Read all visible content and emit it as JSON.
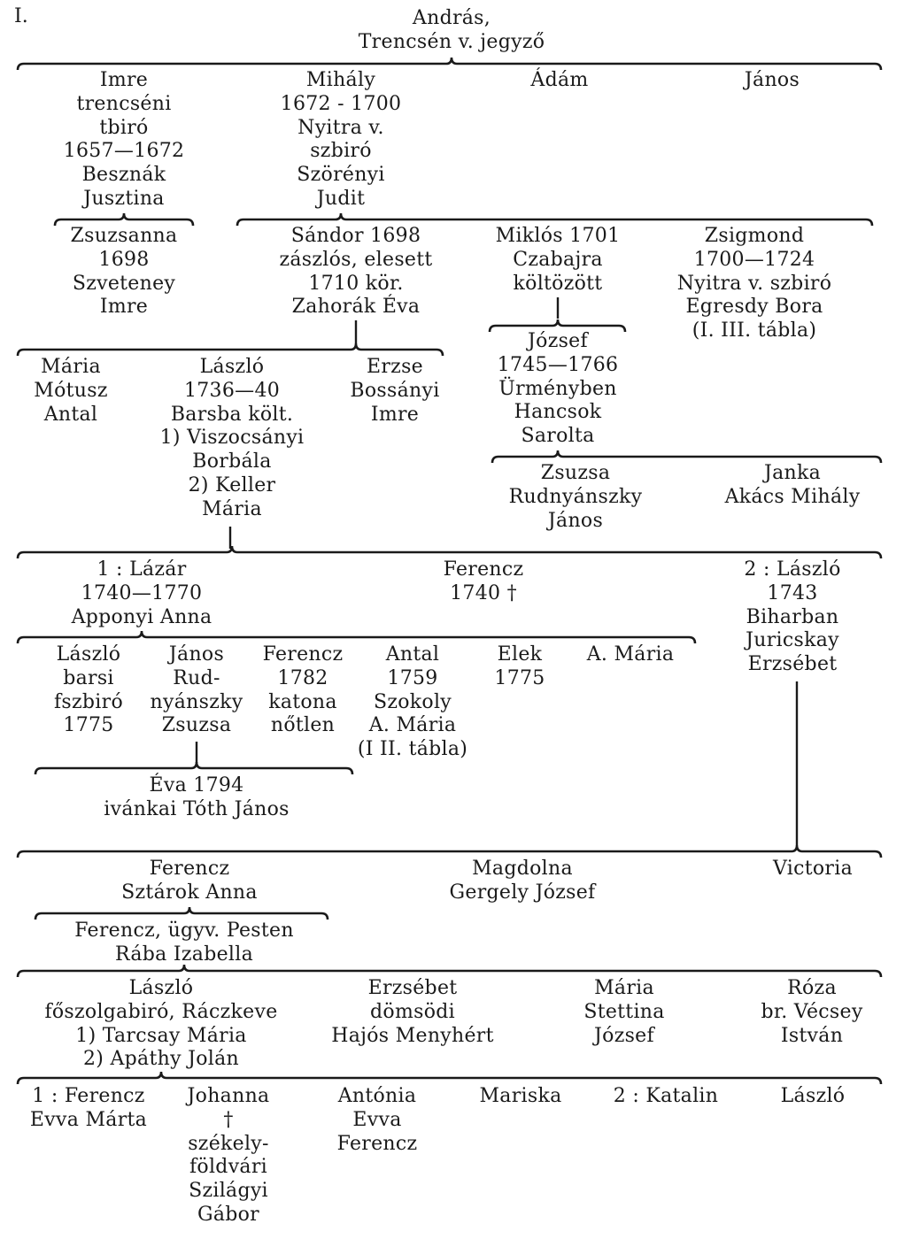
{
  "table_number": "I.",
  "people": [
    {
      "id": "andras",
      "lines": [
        "András,",
        "Trencsén v. jegyző"
      ]
    },
    {
      "id": "imre",
      "lines": [
        "Imre",
        "trencséni",
        "tbiró",
        "1657—1672",
        "Besznák",
        "Jusztina"
      ]
    },
    {
      "id": "mihaly",
      "lines": [
        "Mihály",
        "1672 - 1700",
        "Nyitra v.",
        "szbiró",
        "Szörényi",
        "Judit"
      ]
    },
    {
      "id": "adam",
      "lines": [
        "Ádám"
      ]
    },
    {
      "id": "janos-1",
      "lines": [
        "János"
      ]
    },
    {
      "id": "zsuzsanna",
      "lines": [
        "Zsuzsanna",
        "1698",
        "Szveteney",
        "Imre"
      ]
    },
    {
      "id": "sandor",
      "lines": [
        "Sándor 1698",
        "zászlós, elesett",
        "1710 kör.",
        "Zahorák Éva"
      ]
    },
    {
      "id": "miklos",
      "lines": [
        "Miklós 1701",
        "Czabajra",
        "költözött"
      ]
    },
    {
      "id": "zsigmond",
      "lines": [
        "Zsigmond",
        "1700—1724",
        "Nyitra v. szbiró",
        "Egresdy Bora",
        "(I. III. tábla)"
      ]
    },
    {
      "id": "maria-1",
      "lines": [
        "Mária",
        "Mótusz",
        "Antal"
      ]
    },
    {
      "id": "laszlo-1",
      "lines": [
        "László",
        "1736—40",
        "Barsba költ.",
        "1) Viszocsányi",
        "Borbála",
        "2) Keller",
        "Mária"
      ]
    },
    {
      "id": "erzse",
      "lines": [
        "Erzse",
        "Bossányi",
        "Imre"
      ]
    },
    {
      "id": "jozsef",
      "lines": [
        "József",
        "1745—1766",
        "Ürményben",
        "Hancsok",
        "Sarolta"
      ]
    },
    {
      "id": "zsuzsa-1",
      "lines": [
        "Zsuzsa",
        "Rudnyánszky",
        "János"
      ]
    },
    {
      "id": "janka",
      "lines": [
        "Janka",
        "Akács Mihály"
      ]
    },
    {
      "id": "lazar",
      "lines": [
        "1 : Lázár",
        "1740—1770",
        "Apponyi Anna"
      ]
    },
    {
      "id": "ferencz-1",
      "lines": [
        "Ferencz",
        "1740 †"
      ]
    },
    {
      "id": "laszlo-2",
      "lines": [
        "2 : László",
        "1743",
        "Biharban",
        "Juricskay",
        "Erzsébet"
      ]
    },
    {
      "id": "laszlo-3",
      "lines": [
        "László",
        "barsi",
        "fszbiró",
        "1775"
      ]
    },
    {
      "id": "janos-2",
      "lines": [
        "János",
        "Rud-",
        "nyánszky",
        "Zsuzsa"
      ]
    },
    {
      "id": "ferencz-2",
      "lines": [
        "Ferencz",
        "1782",
        "katona",
        "nőtlen"
      ]
    },
    {
      "id": "antal",
      "lines": [
        "Antal",
        "1759",
        "Szokoly",
        "A. Mária",
        "(I II. tábla)"
      ]
    },
    {
      "id": "elek",
      "lines": [
        "Elek",
        "1775"
      ]
    },
    {
      "id": "a-maria",
      "lines": [
        "A. Mária"
      ]
    },
    {
      "id": "eva",
      "lines": [
        "Éva 1794",
        "ivánkai Tóth János"
      ]
    },
    {
      "id": "ferencz-3",
      "lines": [
        "Ferencz",
        "Sztárok Anna"
      ]
    },
    {
      "id": "magdolna",
      "lines": [
        "Magdolna",
        "Gergely József"
      ]
    },
    {
      "id": "victoria",
      "lines": [
        "Victoria"
      ]
    },
    {
      "id": "ferencz-4",
      "lines": [
        "Ferencz, ügyv. Pesten",
        "Rába Izabella"
      ]
    },
    {
      "id": "laszlo-4",
      "lines": [
        "László",
        "főszolgabiró, Ráczkeve",
        "1) Tarcsay Mária",
        "2) Apáthy Jolán"
      ]
    },
    {
      "id": "erzsebet",
      "lines": [
        "Erzsébet",
        "dömsödi",
        "Hajós Menyhért"
      ]
    },
    {
      "id": "maria-2",
      "lines": [
        "Mária",
        "Stettina",
        "József"
      ]
    },
    {
      "id": "roza",
      "lines": [
        "Róza",
        "br. Vécsey",
        "István"
      ]
    },
    {
      "id": "ferencz-5",
      "lines": [
        "1 : Ferencz",
        "Evva Márta"
      ]
    },
    {
      "id": "johanna",
      "lines": [
        "Johanna",
        "†",
        "székely-",
        "földvári",
        "Szilágyi",
        "Gábor"
      ]
    },
    {
      "id": "antonia",
      "lines": [
        "Antónia",
        "Evva",
        "Ferencz"
      ]
    },
    {
      "id": "mariska",
      "lines": [
        "Mariska"
      ]
    },
    {
      "id": "katalin",
      "lines": [
        "2 : Katalin"
      ]
    },
    {
      "id": "laszlo-5",
      "lines": [
        "László"
      ]
    }
  ]
}
